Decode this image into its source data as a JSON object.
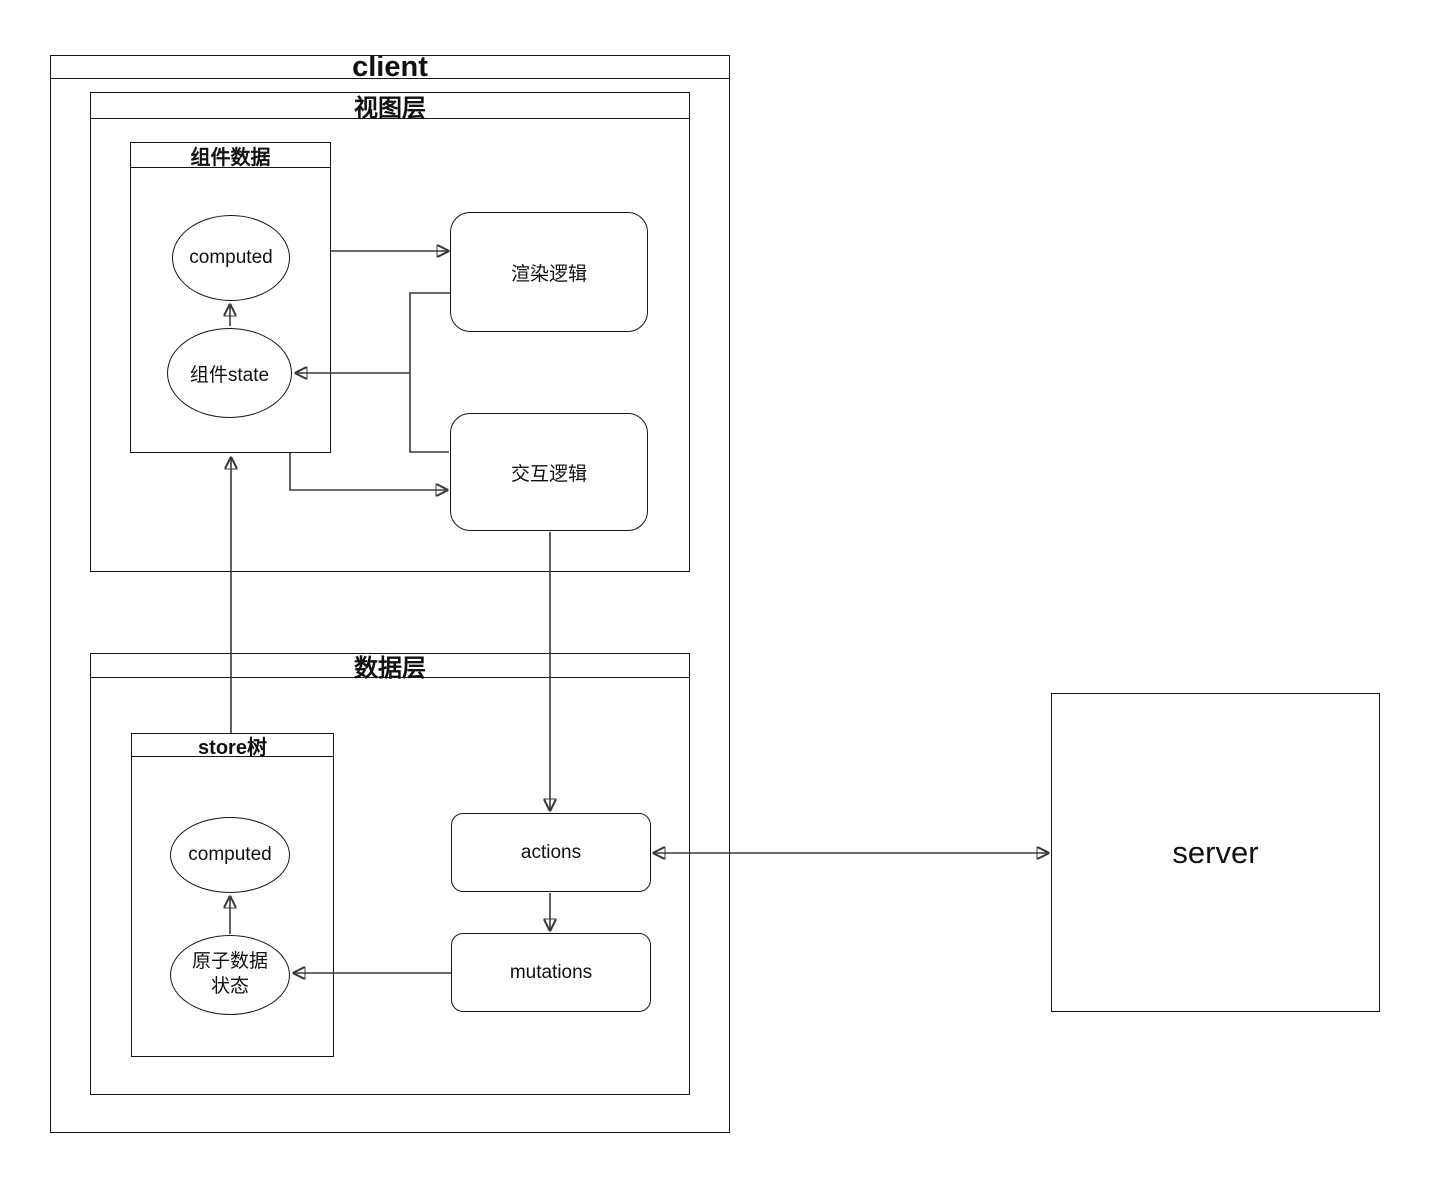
{
  "diagram": {
    "description": "client-server state flow diagram (Vue/Vuex style)",
    "colors": {
      "background": "#ffffff",
      "shape_border": "#161616",
      "edge_stroke": "#3a3a3a",
      "text": "#111111"
    },
    "nodes": {
      "client": {
        "title": "client"
      },
      "view_layer": {
        "title": "视图层"
      },
      "component_data": {
        "title": "组件数据"
      },
      "component_computed": {
        "label": "computed"
      },
      "component_state": {
        "label": "组件state"
      },
      "render_logic": {
        "label": "渲染逻辑"
      },
      "interaction_logic": {
        "label": "交互逻辑"
      },
      "data_layer": {
        "title": "数据层"
      },
      "store_tree": {
        "title": "store树"
      },
      "store_computed": {
        "label": "computed"
      },
      "atomic_state": {
        "label": "原子数据\n状态"
      },
      "actions": {
        "label": "actions"
      },
      "mutations": {
        "label": "mutations"
      },
      "server": {
        "label": "server"
      }
    },
    "edges": [
      {
        "from": "component_computed",
        "to": "render_logic",
        "style": "arrow-right"
      },
      {
        "from": "render_logic / interaction_logic (shared elbow bus)",
        "to": "component_state",
        "style": "arrow-left"
      },
      {
        "from": "component_state",
        "to": "component_computed",
        "style": "arrow-up"
      },
      {
        "from": "component_data",
        "to": "interaction_logic",
        "style": "arrow-right-elbow"
      },
      {
        "from": "interaction_logic",
        "to": "actions",
        "style": "arrow-down"
      },
      {
        "from": "store_tree",
        "to": "component_data",
        "style": "arrow-up"
      },
      {
        "from": "atomic_state",
        "to": "store_computed",
        "style": "arrow-up"
      },
      {
        "from": "actions",
        "to": "mutations",
        "style": "arrow-down"
      },
      {
        "from": "mutations",
        "to": "atomic_state",
        "style": "arrow-left"
      },
      {
        "from": "actions",
        "to": "server",
        "style": "arrow-both"
      }
    ]
  }
}
